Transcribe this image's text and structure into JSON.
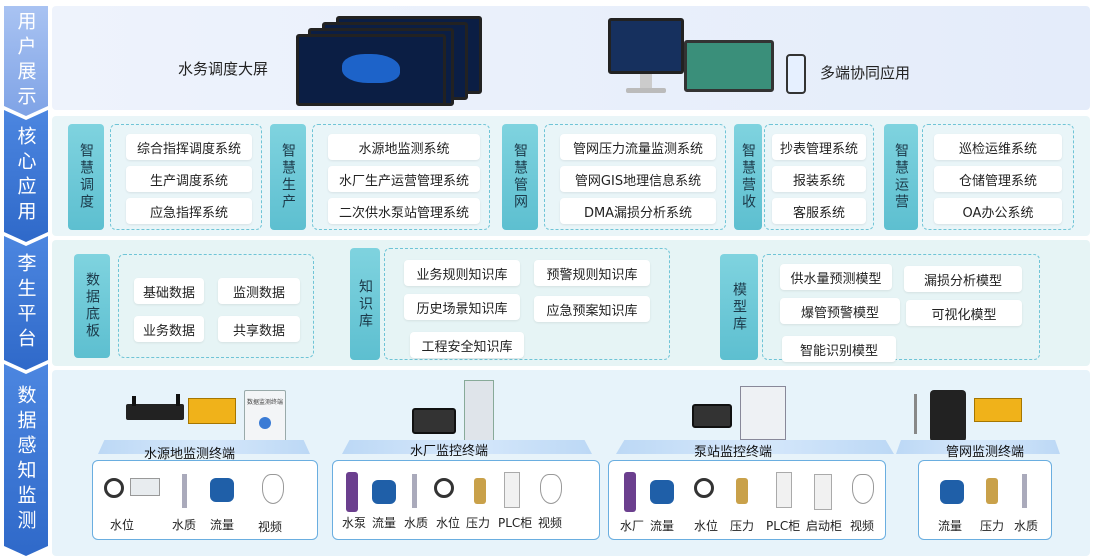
{
  "layers": [
    {
      "label": "用户展示"
    },
    {
      "label": "核心应用"
    },
    {
      "label": "李生平台"
    },
    {
      "label": "数据感知监测"
    }
  ],
  "user": {
    "big_screen": "水务调度大屏",
    "multi_terminal": "多端协同应用"
  },
  "core": {
    "groups": [
      {
        "title": "智慧调度",
        "items": [
          "综合指挥调度系统",
          "生产调度系统",
          "应急指挥系统"
        ]
      },
      {
        "title": "智慧生产",
        "items": [
          "水源地监测系统",
          "水厂生产运营管理系统",
          "二次供水泵站管理系统"
        ]
      },
      {
        "title": "智慧管网",
        "items": [
          "管网压力流量监测系统",
          "管网GIS地理信息系统",
          "DMA漏损分析系统"
        ]
      },
      {
        "title": "智慧营收",
        "items": [
          "抄表管理系统",
          "报装系统",
          "客服系统"
        ]
      },
      {
        "title": "智慧运营",
        "items": [
          "巡检运维系统",
          "仓储管理系统",
          "OA办公系统"
        ]
      }
    ]
  },
  "twin": {
    "data_base": {
      "title": "数据底板",
      "items": [
        "基础数据",
        "监测数据",
        "业务数据",
        "共享数据"
      ]
    },
    "knowledge": {
      "title": "知识库",
      "items": [
        "业务规则知识库",
        "预警规则知识库",
        "历史场景知识库",
        "应急预案知识库",
        "工程安全知识库"
      ]
    },
    "models": {
      "title": "模型库",
      "items": [
        "供水量预测模型",
        "漏损分析模型",
        "爆管预警模型",
        "可视化模型",
        "智能识别模型"
      ]
    }
  },
  "sense": {
    "terminals": [
      "水源地监测终端",
      "水厂监控终端",
      "泵站监控终端",
      "管网监测终端"
    ],
    "cabinet_text": "数据监测终端",
    "device_groups": [
      {
        "devices": [
          "水位",
          "水质",
          "流量",
          "视频"
        ]
      },
      {
        "devices": [
          "水泵",
          "流量",
          "水质",
          "水位",
          "压力",
          "PLC柜",
          "视频"
        ]
      },
      {
        "devices": [
          "水厂",
          "流量",
          "水位",
          "压力",
          "PLC柜",
          "启动柜",
          "视频"
        ]
      },
      {
        "devices": [
          "流量",
          "压力",
          "水质"
        ]
      }
    ]
  },
  "colors": {
    "layer_blue": "#2f69c9",
    "group_teal": "#5dbfd0",
    "dash": "#6fc4d6"
  }
}
